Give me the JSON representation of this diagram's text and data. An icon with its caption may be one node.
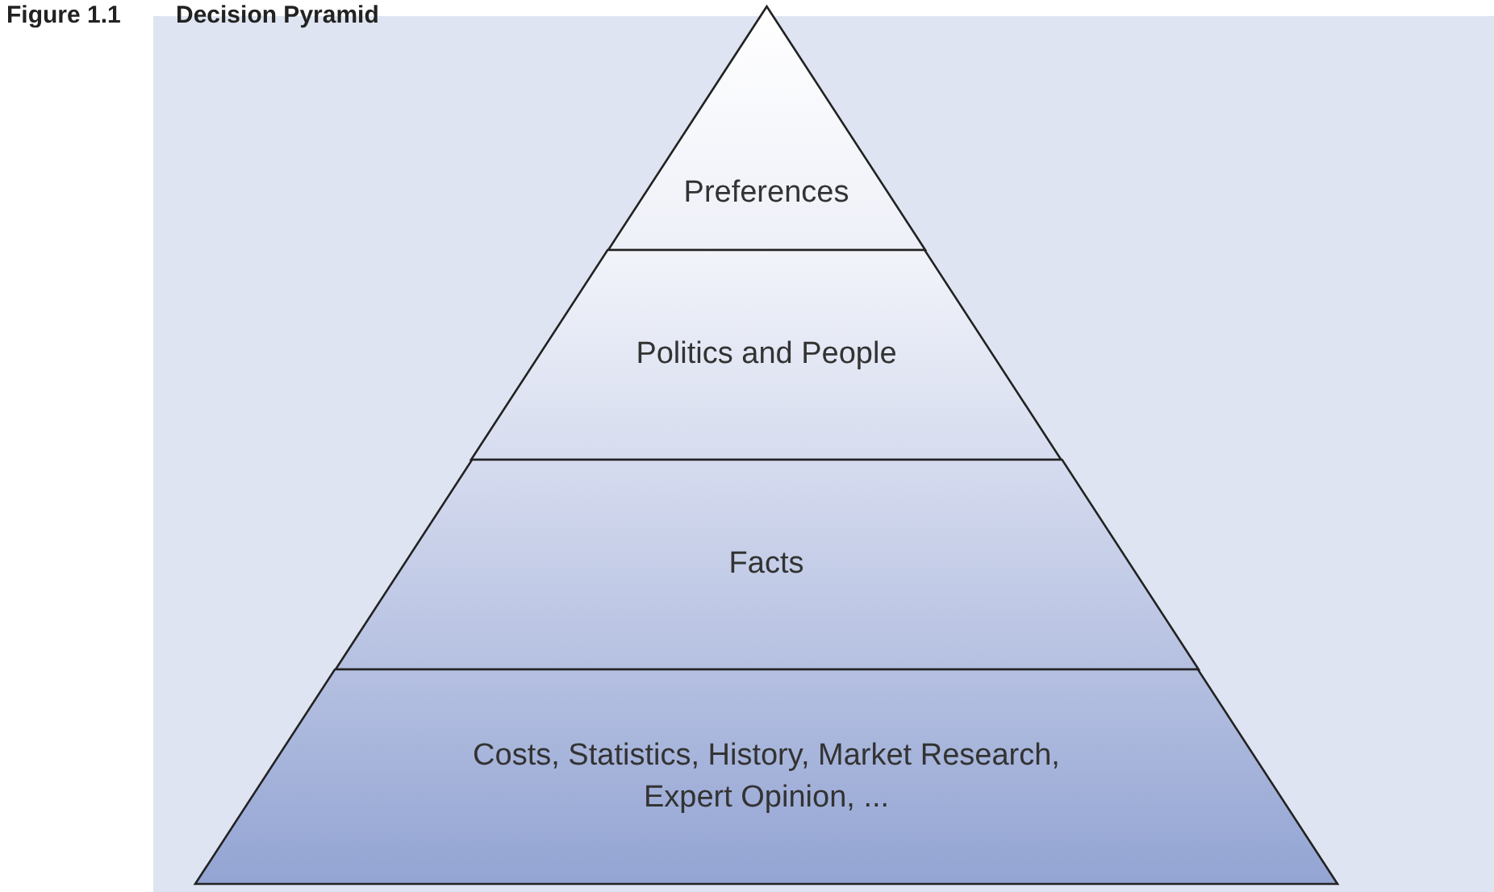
{
  "diagram": {
    "title": "Decision Pyramid",
    "nodes": [
      {
        "text": [
          "Preferences"
        ]
      },
      {
        "text": [
          "Politics and People"
        ]
      },
      {
        "text": [
          "Facts"
        ]
      },
      {
        "text": [
          "Costs, Statistics, History, Market Research, Expert Opinion, ..."
        ]
      }
    ],
    "labels": [
      "Figure 1.1"
    ]
  }
}
